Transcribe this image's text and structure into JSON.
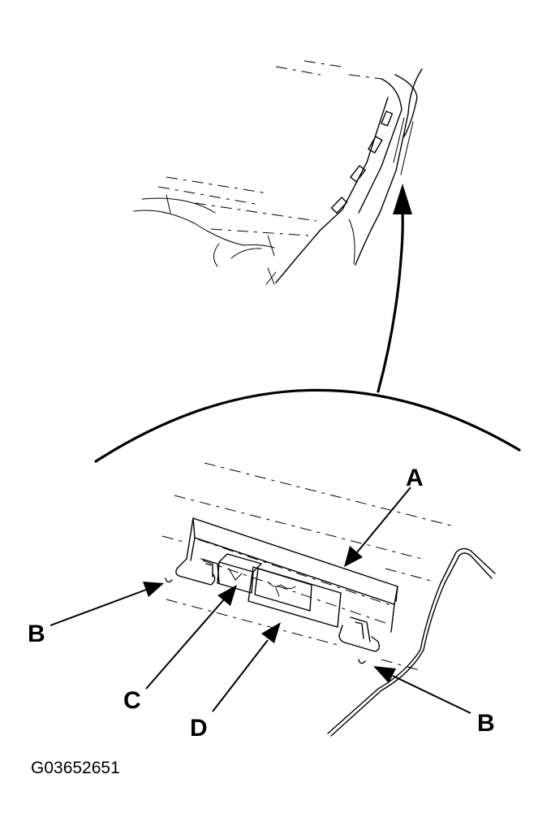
{
  "callouts": {
    "a": "A",
    "b_left": "B",
    "b_right": "B",
    "c": "C",
    "d": "D"
  },
  "figure_id": "G03652651"
}
